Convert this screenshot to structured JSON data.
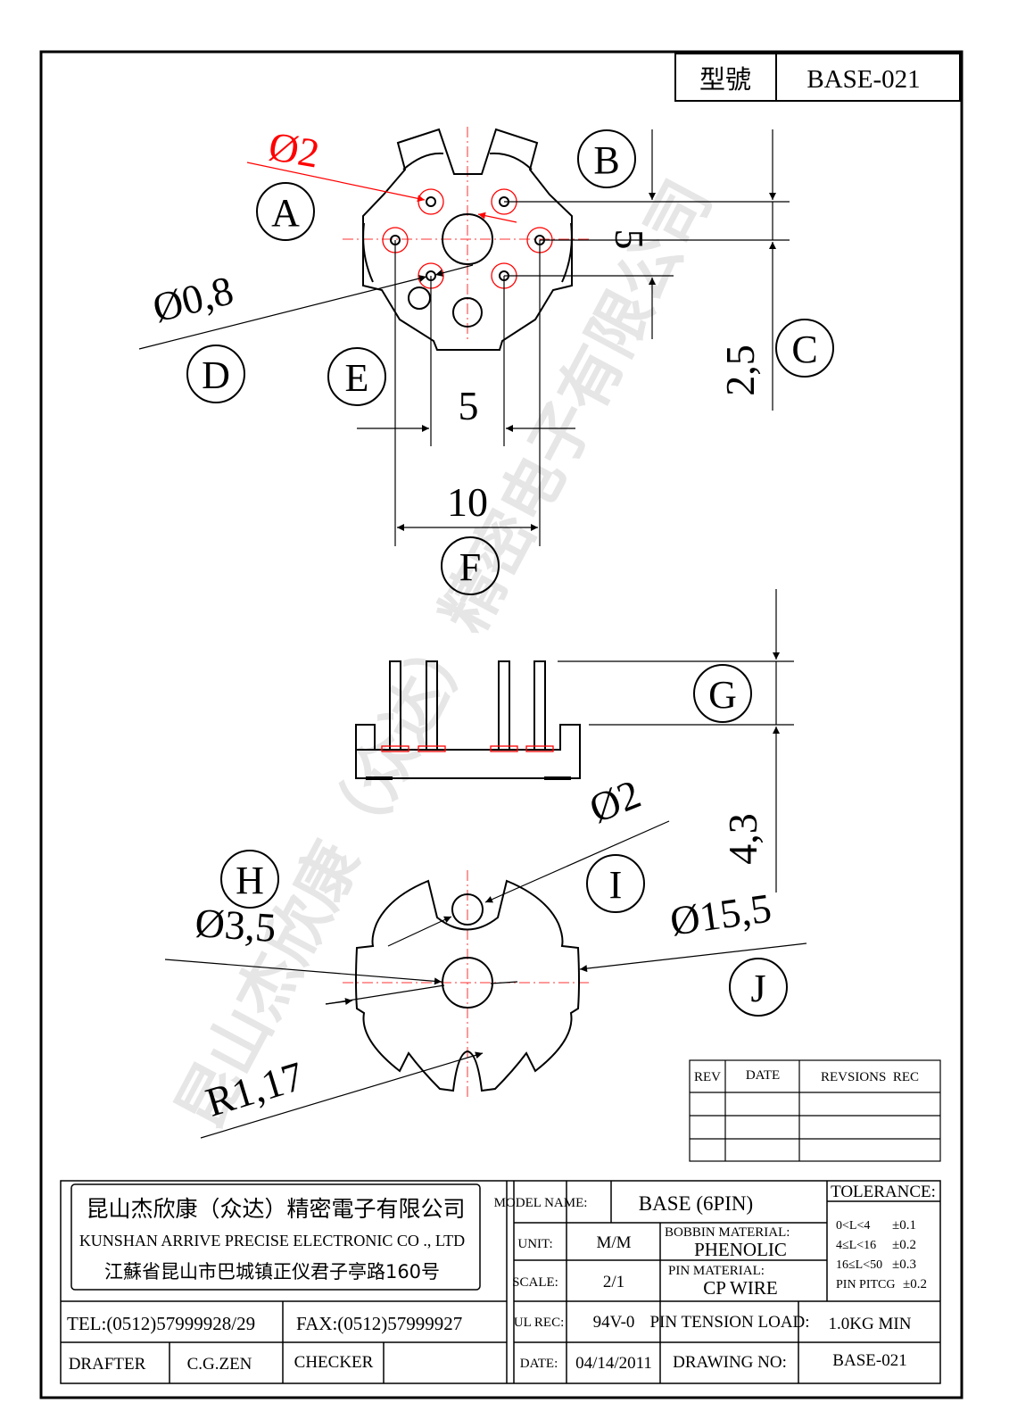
{
  "header": {
    "model_label": "型號",
    "model_value": "BASE-021"
  },
  "watermark": {
    "text": "昆山杰欣康（众达）精密电子有限公司"
  },
  "top_view": {
    "labels": {
      "a": "A",
      "b": "B",
      "c": "C",
      "d": "D",
      "e": "E",
      "f": "F"
    },
    "dims": {
      "pin_hole": "Ø2",
      "pin": "Ø0,8",
      "v5": "5",
      "h5": "5",
      "h10": "10",
      "v25": "2,5"
    }
  },
  "side_view": {
    "labels": {
      "g": "G"
    },
    "dims": {
      "v43": "4,3"
    }
  },
  "bottom_view": {
    "labels": {
      "h": "H",
      "i": "I",
      "j": "J"
    },
    "dims": {
      "center_hole": "Ø3,5",
      "pin_hole": "Ø2",
      "outer": "Ø15,5",
      "radius": "R1,17"
    }
  },
  "revision_table": {
    "headers": {
      "rev": "REV",
      "date": "DATE",
      "revsions": "REVSIONS  REC"
    }
  },
  "title_block": {
    "company_cn": "昆山杰欣康（众达）精密電子有限公司",
    "company_en": "KUNSHAN ARRIVE PRECISE ELECTRONIC CO ., LTD",
    "address": "江蘇省昆山市巴城镇正仪君子亭路160号",
    "tel": "TEL:(0512)57999928/29",
    "fax": "FAX:(0512)57999927",
    "drafter_label": "DRAFTER",
    "drafter_value": "C.G.ZEN",
    "checker_label": "CHECKER",
    "checker_value": "",
    "model_name_label": "MODEL NAME:",
    "model_name_value": "BASE (6PIN)",
    "unit_label": "UNIT:",
    "unit_value": "M/M",
    "bobbin_label": "BOBBIN MATERIAL:",
    "bobbin_value": "PHENOLIC",
    "scale_label": "SCALE:",
    "scale_value": "2/1",
    "pin_material_label": "PIN MATERIAL:",
    "pin_material_value": "CP WIRE",
    "ul_label": "UL REC:",
    "ul_value": "94V-0",
    "tension_label": "PIN TENSION LOAD:",
    "tension_value": "1.0KG MIN",
    "date_label": "DATE:",
    "date_value": "04/14/2011",
    "drawing_no_label": "DRAWING NO:",
    "drawing_no_value": "BASE-021",
    "tolerance_title": "TOLERANCE:",
    "tol_1_range": "0<L<4",
    "tol_1_value": "±0.1",
    "tol_2_range": "4≤L<16",
    "tol_2_value": "±0.2",
    "tol_3_range": "16≤L<50",
    "tol_3_value": "±0.3",
    "tol_4_range": "PIN PITCG",
    "tol_4_value": "±0.2"
  }
}
